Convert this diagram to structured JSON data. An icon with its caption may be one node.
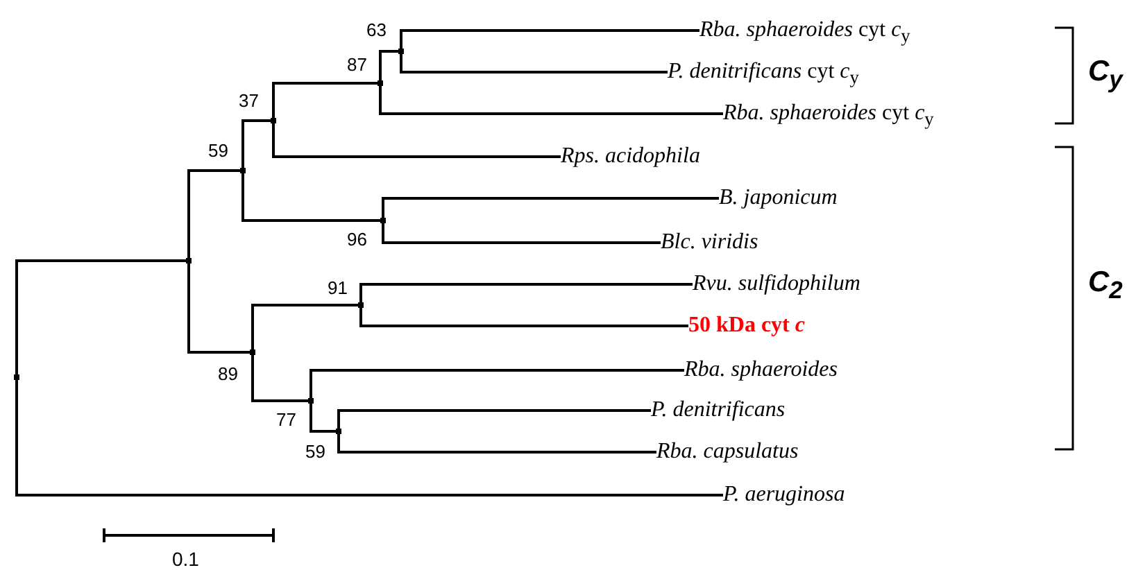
{
  "diagram": {
    "nodes": [
      {
        "text": [
          "*Rba. sphaeroides* cyt *c*$_{y}$"
        ]
      },
      {
        "text": [
          "*P. denitrificans* cyt *c*$_{y}$"
        ]
      },
      {
        "text": [
          "*Rba. sphaeroides* cyt *c*$_{y}$"
        ]
      },
      {
        "text": [
          "*Rps. acidophila*"
        ]
      },
      {
        "text": [
          "*B. japonicum*"
        ]
      },
      {
        "text": [
          "*Blc. viridis*"
        ]
      },
      {
        "text": [
          "*Rvu. sulfidophilum*"
        ]
      },
      {
        "text": [
          "50 kDa cyt *c*"
        ]
      },
      {
        "text": [
          "*Rba. sphaeroides*"
        ]
      },
      {
        "text": [
          "*P. denitrificans*"
        ]
      },
      {
        "text": [
          "*Rba. capsulatus*"
        ]
      },
      {
        "text": [
          "*P. aeruginosa*"
        ]
      },
      {
        "text": [],
        "shape": "point"
      },
      {
        "text": [],
        "shape": "point"
      },
      {
        "text": [],
        "shape": "point",
        "beside": [
          "59"
        ]
      },
      {
        "text": [],
        "shape": "point",
        "beside": [
          "37"
        ]
      },
      {
        "text": [],
        "shape": "point",
        "beside": [
          "87"
        ]
      },
      {
        "text": [],
        "shape": "point",
        "beside": [
          "63"
        ]
      },
      {
        "text": [],
        "shape": "point",
        "beside": [
          "96"
        ]
      },
      {
        "text": [],
        "shape": "point",
        "beside": [
          "89"
        ]
      },
      {
        "text": [],
        "shape": "point",
        "beside": [
          "91"
        ]
      },
      {
        "text": [],
        "shape": "point",
        "beside": [
          "77"
        ]
      },
      {
        "text": [],
        "shape": "point",
        "beside": [
          "59"
        ]
      }
    ],
    "edges": [
      {
        "from": 12,
        "to": 13,
        "arrow": "none"
      },
      {
        "from": 12,
        "to": 11,
        "arrow": "none"
      },
      {
        "from": 13,
        "to": 14,
        "arrow": "none"
      },
      {
        "from": 13,
        "to": 19,
        "arrow": "none"
      },
      {
        "from": 14,
        "to": 15,
        "arrow": "none"
      },
      {
        "from": 14,
        "to": 18,
        "arrow": "none"
      },
      {
        "from": 15,
        "to": 16,
        "arrow": "none"
      },
      {
        "from": 15,
        "to": 3,
        "arrow": "none"
      },
      {
        "from": 16,
        "to": 17,
        "arrow": "none"
      },
      {
        "from": 16,
        "to": 2,
        "arrow": "none"
      },
      {
        "from": 17,
        "to": 0,
        "arrow": "none"
      },
      {
        "from": 17,
        "to": 1,
        "arrow": "none"
      },
      {
        "from": 18,
        "to": 4,
        "arrow": "none"
      },
      {
        "from": 18,
        "to": 5,
        "arrow": "none"
      },
      {
        "from": 19,
        "to": 20,
        "arrow": "none"
      },
      {
        "from": 19,
        "to": 21,
        "arrow": "none"
      },
      {
        "from": 20,
        "to": 6,
        "arrow": "none"
      },
      {
        "from": 20,
        "to": 7,
        "arrow": "none"
      },
      {
        "from": 21,
        "to": 8,
        "arrow": "none"
      },
      {
        "from": 21,
        "to": 22,
        "arrow": "none"
      },
      {
        "from": 22,
        "to": 9,
        "arrow": "none"
      },
      {
        "from": 22,
        "to": 10,
        "arrow": "none"
      }
    ],
    "labels": [
      "C$_{y}$",
      "C$_{2}$",
      "0.1"
    ]
  }
}
